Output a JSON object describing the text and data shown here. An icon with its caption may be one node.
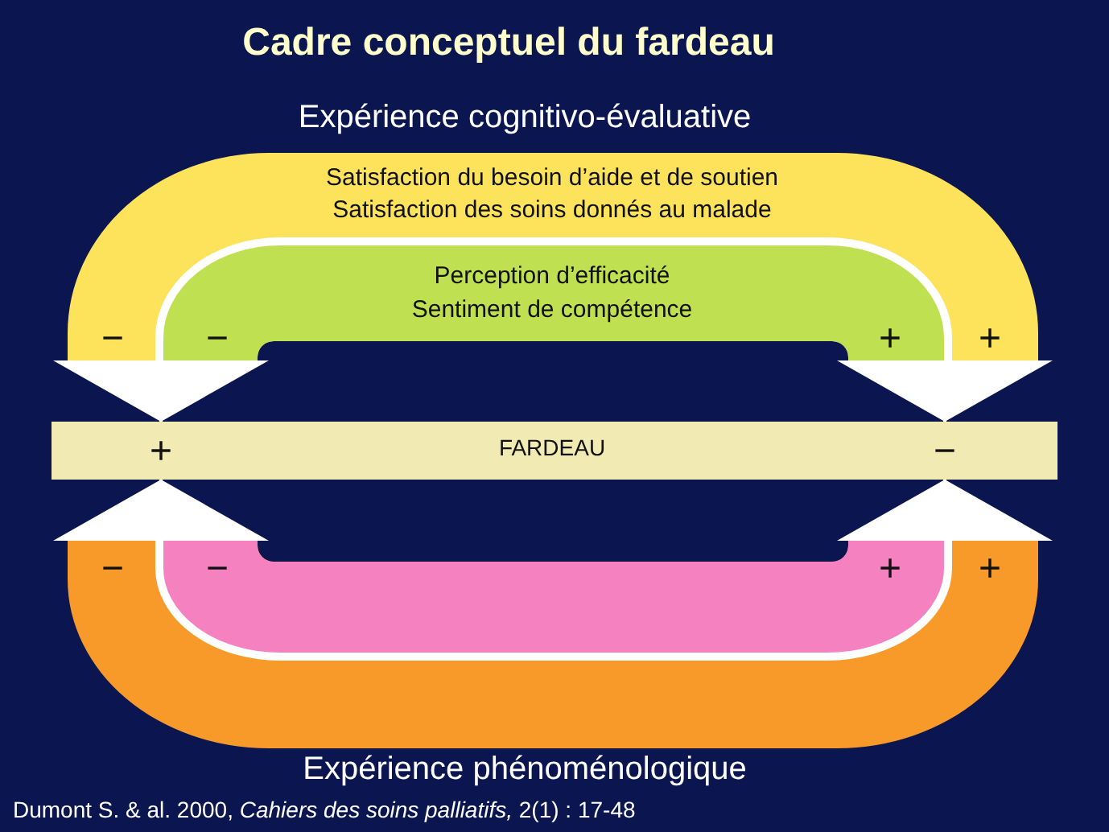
{
  "diagram": {
    "title": "Cadre conceptuel du fardeau",
    "caption": "Dumont S. & al. 2000, *Cahiers des soins palliatifs,* 2(1) : 17-48",
    "nodes": [
      {
        "text": [
          "Expérience cognitivo-évaluative",
          "Satisfaction du besoin d’aide et de soutien",
          "Satisfaction des soins donnés au malade",
          "−",
          "+"
        ]
      },
      {
        "text": [
          "Perception d’efficacité",
          "Sentiment de compétence",
          "−",
          "+"
        ],
        "in": 0
      },
      {
        "text": [
          "+",
          "FARDEAU",
          "−"
        ]
      },
      {
        "text": [
          "−",
          "+",
          "Expérience phénoménologique"
        ]
      },
      {
        "text": [
          "−",
          "+"
        ],
        "in": 3
      }
    ],
    "edges": [
      {
        "from": 0,
        "to": 2,
        "arrow": "to"
      },
      {
        "from": 1,
        "to": 2,
        "arrow": "to"
      },
      {
        "from": 0,
        "to": 2,
        "arrow": "to"
      },
      {
        "from": 1,
        "to": 2,
        "arrow": "to"
      },
      {
        "from": 3,
        "to": 2,
        "arrow": "to"
      },
      {
        "from": 4,
        "to": 2,
        "arrow": "to"
      },
      {
        "from": 3,
        "to": 2,
        "arrow": "to"
      },
      {
        "from": 4,
        "to": 2,
        "arrow": "to"
      }
    ]
  }
}
